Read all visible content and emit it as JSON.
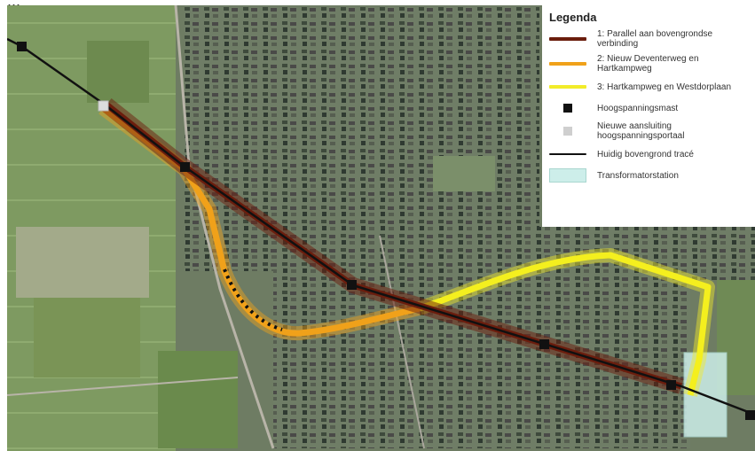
{
  "caption": "...",
  "legend": {
    "title": "Legenda",
    "items": [
      {
        "type": "line",
        "color": "#6b1d0d",
        "label": "1: Parallel aan bovengrondse verbinding"
      },
      {
        "type": "line",
        "color": "#f0a11a",
        "label": "2: Nieuw Deventerweg en Hartkampweg"
      },
      {
        "type": "line",
        "color": "#f2ec2a",
        "label": "3: Hartkampweg en Westdorplaan"
      },
      {
        "type": "square",
        "color": "#111111",
        "label": "Hoogspanningsmast"
      },
      {
        "type": "square",
        "color": "#cfcfcf",
        "label": "Nieuwe aansluiting hoogspanningsportaal"
      },
      {
        "type": "line-thin",
        "color": "#111111",
        "label": "Huidig bovengrond tracé"
      },
      {
        "type": "rect",
        "color": "#cdeeea",
        "label": "Transformatorstation"
      }
    ]
  },
  "colors": {
    "route1": "#6b1d0d",
    "route2": "#f0a11a",
    "route3": "#f2ec2a",
    "existing_line": "#111111",
    "mast": "#111111",
    "portal": "#dddddd",
    "transformer": "#cdeeea"
  }
}
